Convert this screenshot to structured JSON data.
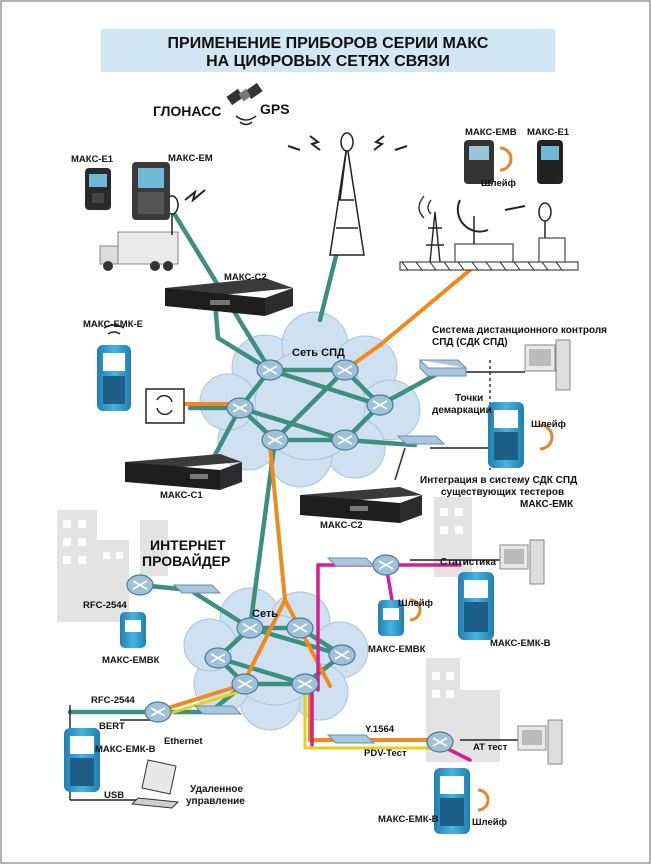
{
  "title": {
    "line1": "ПРИМЕНЕНИЕ ПРИБОРОВ СЕРИИ МАКС",
    "line2": "НА ЦИФРОВЫХ СЕТЯХ СВЯЗИ"
  },
  "satellite": {
    "glonass": "ГЛОНАСС",
    "gps": "GPS"
  },
  "devices": {
    "maks_e1_top": "МАКС-Е1",
    "maks_em": "МАКС-ЕМ",
    "maks_emb": "МАКС-ЕМВ",
    "maks_e1_right": "МАКС-Е1",
    "maks_s2_top": "МАКС-С2",
    "maks_emk_e": "МАКС-ЕМК-Е",
    "maks_s1": "МАКС-С1",
    "maks_s2_mid": "МАКС-С2",
    "maks_embk_left": "МАКС-ЕМВК",
    "maks_embk_mid": "МАКС-ЕМВК",
    "maks_emk_v_right": "МАКС-ЕМК-В",
    "maks_emk_v_left": "МАКС-ЕМК-В",
    "maks_emk_v_bottom": "МАКС-ЕМК-В"
  },
  "clouds": {
    "spd": "Сеть СПД",
    "net": "Сеть"
  },
  "labels": {
    "shleif_top": "Шлейф",
    "sdk_line1": "Система дистанционного контроля",
    "sdk_line2": "СПД (СДК СПД)",
    "demarc_line1": "Точки",
    "demarc_line2": "демаркации",
    "shleif_right": "Шлейф",
    "integr_line1": "Интеграция в систему СДК СПД",
    "integr_line2": "существующих тестеров",
    "integr_line3": "МАКС-ЕМК",
    "isp_line1": "ИНТЕРНЕТ",
    "isp_line2": "ПРОВАЙДЕР",
    "rfc_top": "RFC-2544",
    "statistika": "Статистика",
    "shleif_mid": "Шлейф",
    "rfc_bottom": "RFC-2544",
    "bert": "BERT",
    "ethernet": "Ethernet",
    "usb": "USB",
    "remote_line1": "Удаленное",
    "remote_line2": "управление",
    "y1564": "Y.1564",
    "pdv": "PDV-Тест",
    "at_test": "AT тест",
    "shleif_bottom": "Шлейф"
  },
  "colors": {
    "teal": "#3e8f7f",
    "orange": "#f08a1c",
    "magenta": "#d6208f",
    "yellow": "#e3d21d",
    "title_bg": "#d2e6f4",
    "cloud": "#cfe1f1",
    "router": "#9fc2d8",
    "handheld": "#2f9ac8"
  }
}
